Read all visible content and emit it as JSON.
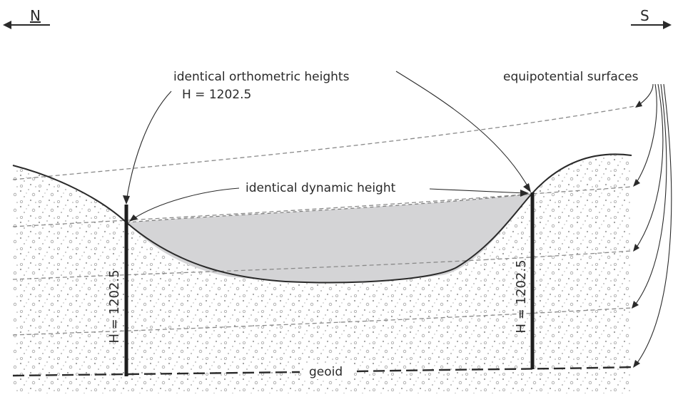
{
  "compass": {
    "north": "N",
    "south": "S"
  },
  "labels": {
    "orthometric_line1": "identical orthometric heights",
    "orthometric_line2": "H = 1202.5",
    "equipotential": "equipotential surfaces",
    "dynamic": "identical dynamic height",
    "geoid": "geoid",
    "left_height": "H = 1202.5",
    "right_height": "H = 1202.5"
  },
  "colors": {
    "ink": "#2a2a2a",
    "lake_fill": "#d4d4d6",
    "dots": "#9a9a9a",
    "dashed_surface": "#8a8a8a"
  }
}
